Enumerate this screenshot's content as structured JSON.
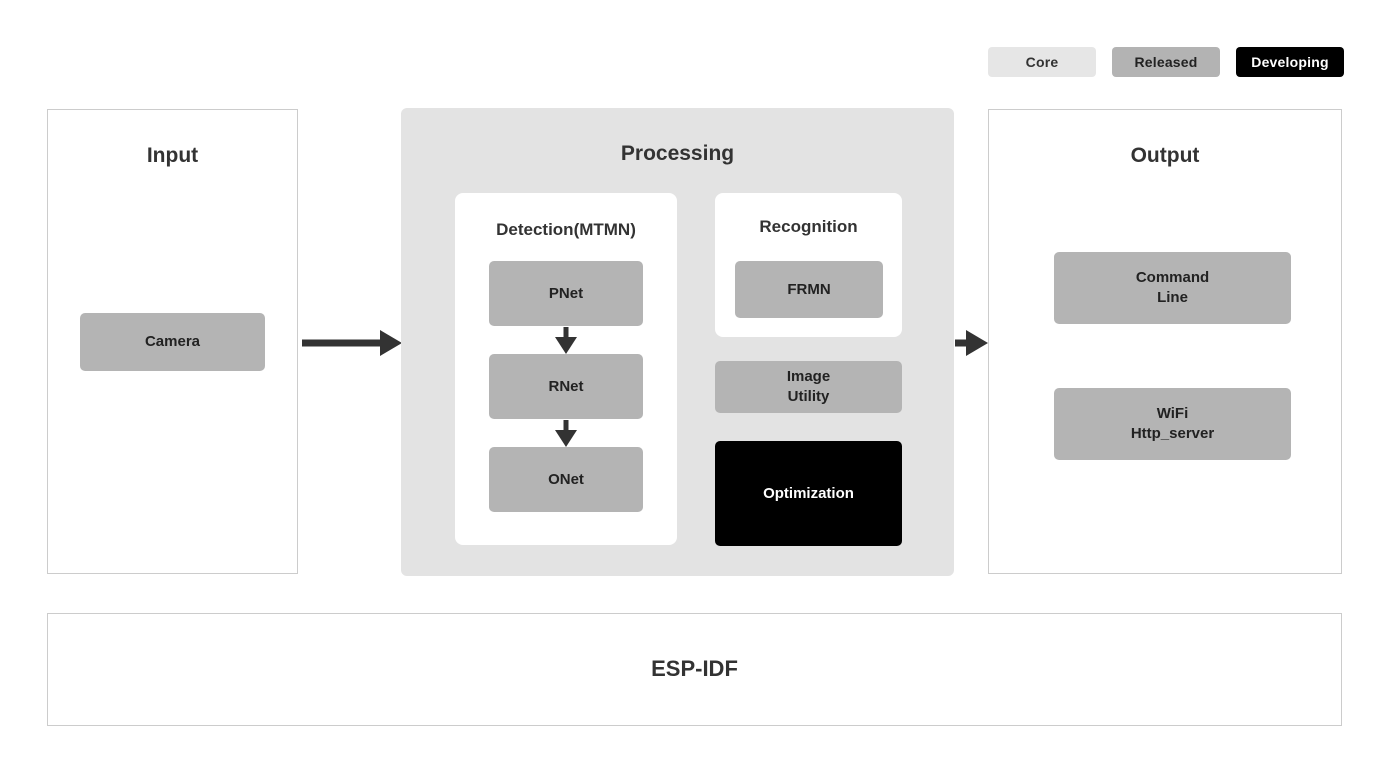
{
  "legend": {
    "items": [
      {
        "label": "Core",
        "color": "#e6e6e6",
        "text_color": "#333333"
      },
      {
        "label": "Released",
        "color": "#b3b3b3",
        "text_color": "#222222"
      },
      {
        "label": "Developing",
        "color": "#000000",
        "text_color": "#ffffff"
      }
    ]
  },
  "panels": {
    "input": {
      "title": "Input",
      "boxes": [
        {
          "label": "Camera",
          "status": "Released"
        }
      ]
    },
    "processing": {
      "title": "Processing",
      "cards": [
        {
          "title": "Detection(MTMN)",
          "status": "Core",
          "boxes": [
            {
              "label": "PNet",
              "status": "Released"
            },
            {
              "label": "RNet",
              "status": "Released"
            },
            {
              "label": "ONet",
              "status": "Released"
            }
          ]
        },
        {
          "title": "Recognition",
          "status": "Core",
          "boxes": [
            {
              "label": "FRMN",
              "status": "Released"
            }
          ]
        }
      ],
      "boxes": [
        {
          "label": "Image\nUtility",
          "status": "Released"
        },
        {
          "label": "Optimization",
          "status": "Developing"
        }
      ]
    },
    "output": {
      "title": "Output",
      "boxes": [
        {
          "label": "Command\nLine",
          "status": "Released"
        },
        {
          "label": "WiFi\nHttp_server",
          "status": "Released"
        }
      ]
    },
    "foundation": {
      "title": "ESP-IDF"
    }
  },
  "flow": {
    "input_to_processing": "arrow-right",
    "processing_to_output": "arrow-right",
    "pnet_to_rnet": "arrow-down",
    "rnet_to_onet": "arrow-down"
  }
}
